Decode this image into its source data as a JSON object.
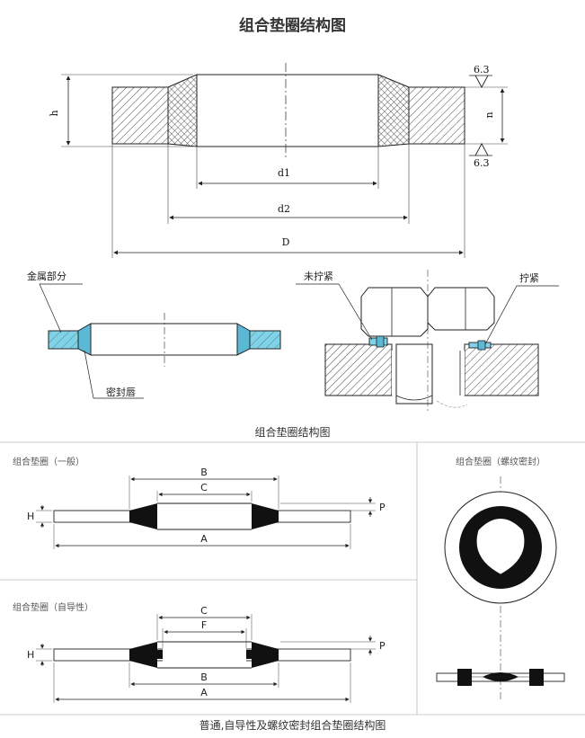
{
  "title": "组合垫圈结构图",
  "caption_top": "组合垫圈结构图",
  "caption_bottom": "普通,自导性及螺纹密封组合垫圈结构图",
  "top_drawing": {
    "dims": {
      "h": "h",
      "n": "n",
      "d1": "d1",
      "d2": "d2",
      "D": "D"
    },
    "roughness_top": "6.3",
    "roughness_bottom": "6.3"
  },
  "middle_left": {
    "metal_label": "金属部分",
    "seal_label": "密封唇"
  },
  "middle_right": {
    "untightened_label": "未拧紧",
    "tightened_label": "拧紧"
  },
  "panel_general": {
    "label": "组合垫圈（一般）",
    "B": "B",
    "C": "C",
    "A": "A",
    "H": "H",
    "P": "P"
  },
  "panel_selfguide": {
    "label": "组合垫圈（自导性）",
    "C": "C",
    "F": "F",
    "B": "B",
    "A": "A",
    "H": "H",
    "P": "P"
  },
  "panel_thread": {
    "label": "组合垫圈（螺纹密封）"
  },
  "colors": {
    "seal_fill": "#7fd3e8",
    "metal_fill": "#5bb9d6",
    "black": "#111111"
  }
}
